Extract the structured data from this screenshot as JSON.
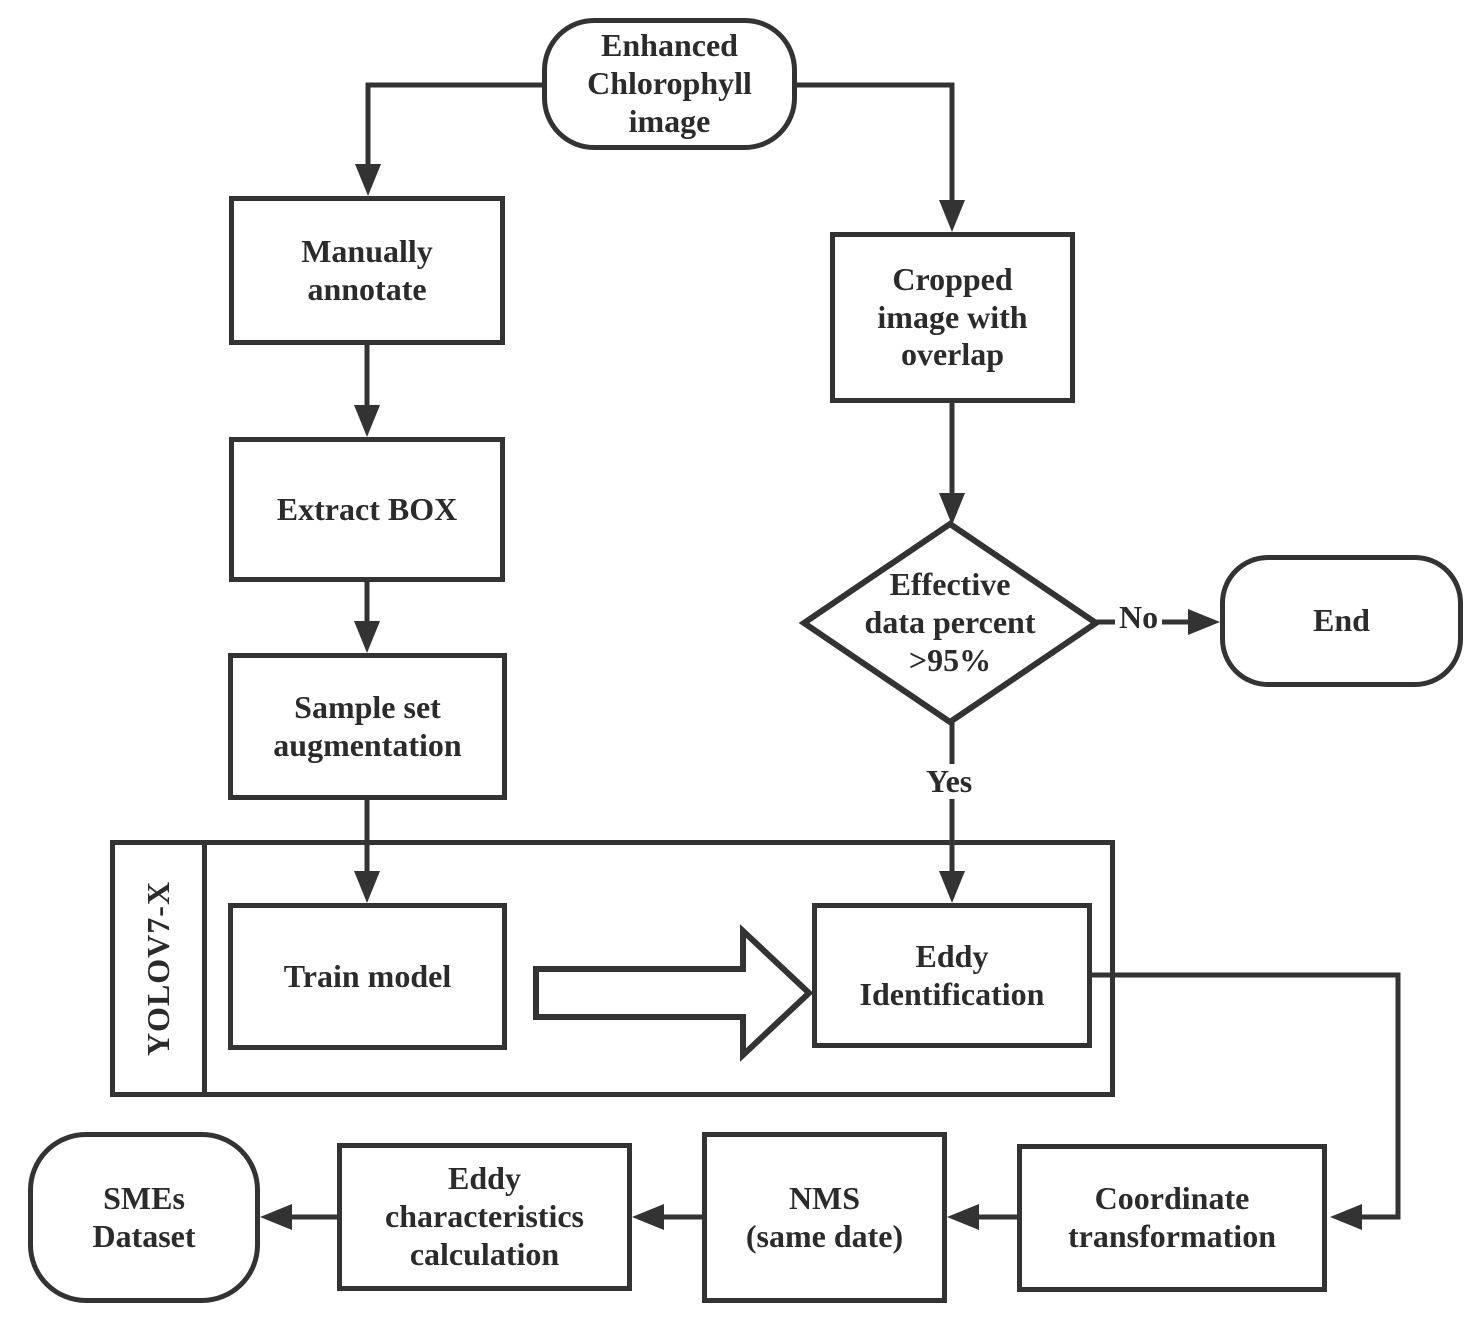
{
  "colors": {
    "line": "#333333",
    "text": "#2b2b2b",
    "node_fill": "#ffffff"
  },
  "nodes": {
    "enhanced_chlorophyll": "Enhanced\nChlorophyll\nimage",
    "manually_annotate": "Manually\nannotate",
    "extract_box": "Extract BOX",
    "sample_set_augmentation": "Sample set\naugmentation",
    "cropped_image": "Cropped\nimage with\noverlap",
    "effective_data_decision": "Effective\ndata percent\n>95%",
    "end": "End",
    "yolov7x": "YOLOV7-X",
    "train_model": "Train model",
    "eddy_identification": "Eddy\nIdentification",
    "coordinate_transformation": "Coordinate\ntransformation",
    "nms": "NMS\n(same date)",
    "eddy_characteristics": "Eddy\ncharacteristics\ncalculation",
    "smes_dataset": "SMEs\nDataset"
  },
  "edge_labels": {
    "yes": "Yes",
    "no": "No"
  }
}
